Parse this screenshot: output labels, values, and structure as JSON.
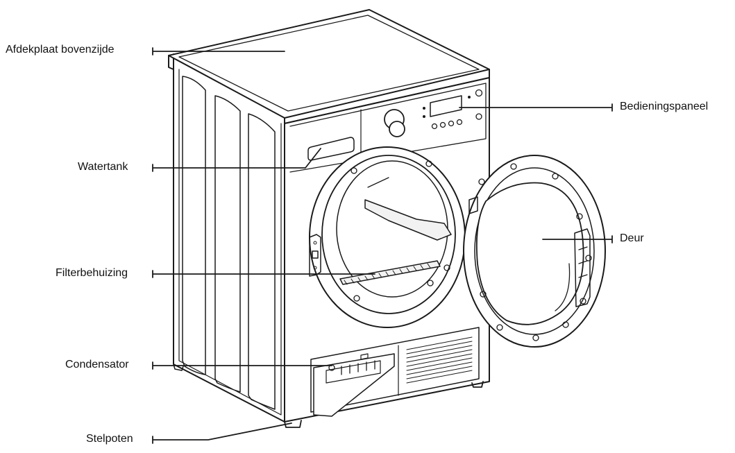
{
  "labels": {
    "top_cover": "Afdekplaat bovenzijde",
    "water_tank": "Watertank",
    "filter_housing": "Filterbehuizing",
    "condenser": "Condensator",
    "feet": "Stelpoten",
    "control_panel": "Bedieningspaneel",
    "door": "Deur"
  },
  "colors": {
    "line": "#1a1a1a",
    "fill": "#ffffff",
    "shade": "#f2f2f2"
  }
}
